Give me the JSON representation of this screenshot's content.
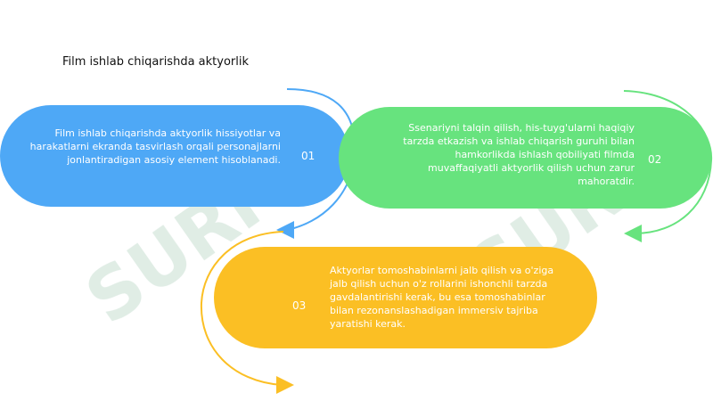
{
  "title": "Film ishlab chiqarishda aktyorlik",
  "steps": [
    {
      "number": "01",
      "text": "Film ishlab chiqarishda aktyorlik hissiyotlar va harakatlarni ekranda tasvirlash orqali personajlarni jonlantiradigan asosiy element hisoblanadi.",
      "color": "#4ea8f6"
    },
    {
      "number": "02",
      "text": "Ssenariyni talqin qilish, his-tuyg'ularni haqiqiy tarzda etkazish va ishlab chiqarish guruhi bilan hamkorlikda ishlash qobiliyati filmda muvaffaqiyatli aktyorlik qilish uchun zarur mahoratdir.",
      "color": "#67e37e"
    },
    {
      "number": "03",
      "text": "Aktyorlar tomoshabinlarni jalb qilish va o'ziga jalb qilish uchun o'z rollarini ishonchli tarzda gavdalantirishi kerak, bu esa tomoshabinlar bilan rezonanslashadigan immersiv tajriba yaratishi kerak.",
      "color": "#fbbf24"
    }
  ],
  "watermark": "SURF"
}
